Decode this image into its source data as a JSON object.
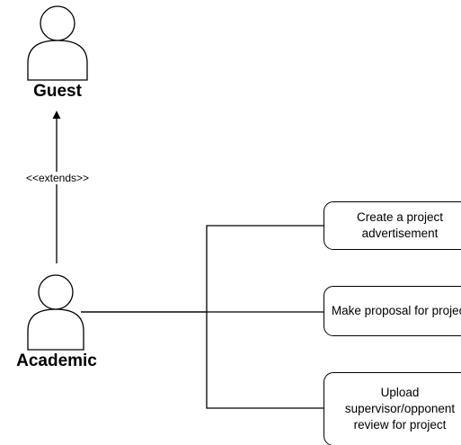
{
  "actors": {
    "guest": {
      "name": "Guest"
    },
    "academic": {
      "name": "Academic"
    }
  },
  "relationships": {
    "extends_label": "<<extends>>"
  },
  "use_cases": {
    "create": {
      "label": "Create a project advertisement"
    },
    "proposal": {
      "label": "Make proposal for project"
    },
    "upload": {
      "label": "Upload supervisor/opponent review for project"
    }
  },
  "colors": {
    "stroke": "#000000",
    "background": "#ffffff"
  }
}
